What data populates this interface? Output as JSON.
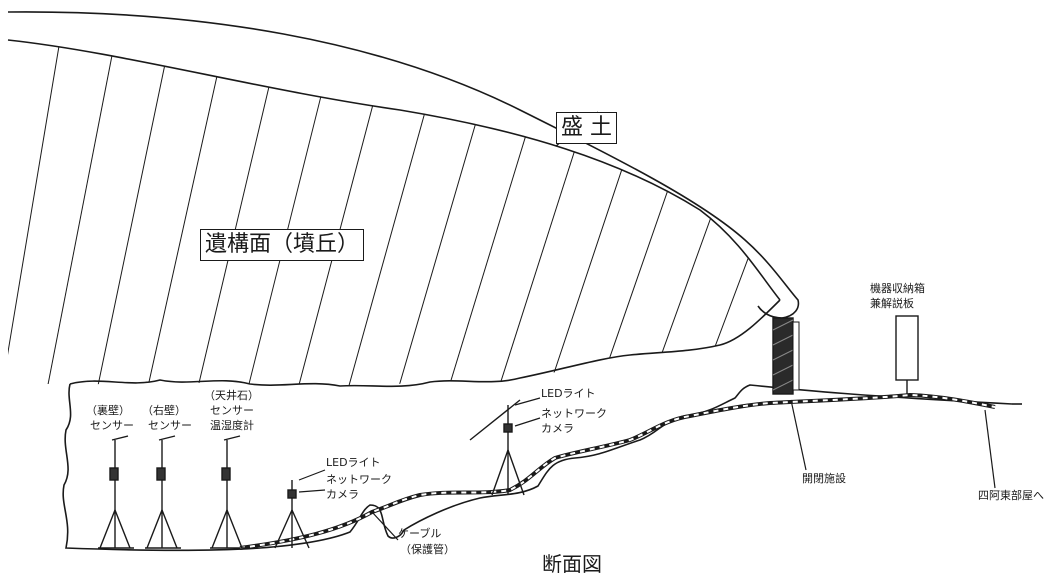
{
  "labels": {
    "embankment": "盛 土",
    "mound": "遺構面（墳丘）",
    "equipment_box": "機器収納箱",
    "explanation_board": "兼解説板",
    "led_light": "LEDライト",
    "network": "ネットワーク",
    "camera": "カメラ",
    "back_wall_1": "（裏壁）",
    "back_wall_2": "センサー",
    "right_wall_1": "（右壁）",
    "right_wall_2": "センサー",
    "ceiling_1": "（天井石）",
    "ceiling_2": "センサー",
    "ceiling_3": "温湿度計",
    "cable": "ケーブル",
    "cable_sub": "（保護管）",
    "opening_facility": "開閉施設",
    "to_east_room": "四阿東部屋へ",
    "caption": "断面図"
  }
}
